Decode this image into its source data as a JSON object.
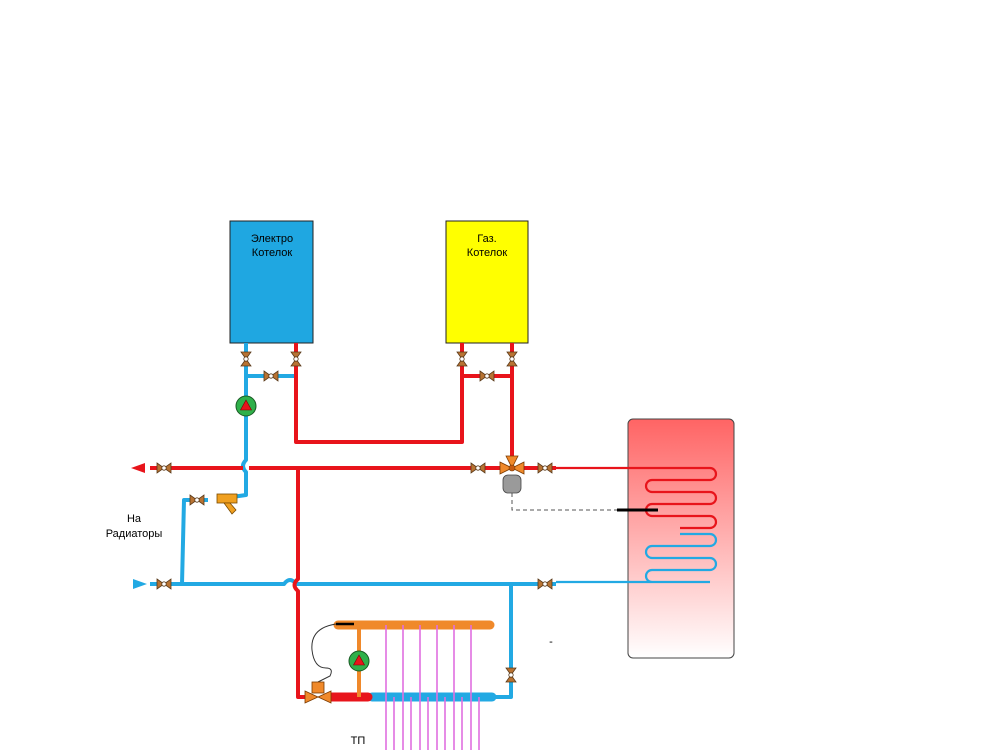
{
  "boilers": {
    "electric": {
      "line1": "Электро",
      "line2": "Котелок",
      "color": "#1fa7e1"
    },
    "gas": {
      "line1": "Газ.",
      "line2": "Котелок",
      "color": "#ffff00"
    }
  },
  "labels": {
    "radiators_line1": "На",
    "radiators_line2": "Радиаторы",
    "floor_heating": "ТП",
    "dash_mark": "-"
  },
  "colors": {
    "hot": "#e8141b",
    "cold": "#22a9e3",
    "manifold_supply": "#f0892a",
    "valve": "#b87333",
    "pump": "#2fb04a",
    "floor_loops": "#e070e0",
    "tank_top": "#ff6464",
    "tank_bottom": "#ffffff"
  },
  "icons": {
    "valve": "ball-valve-icon",
    "pump": "circulation-pump-icon",
    "three_way": "three-way-valve-icon",
    "arrow": "flow-arrow-icon",
    "actuator": "valve-actuator-icon",
    "filter": "strainer-icon"
  }
}
